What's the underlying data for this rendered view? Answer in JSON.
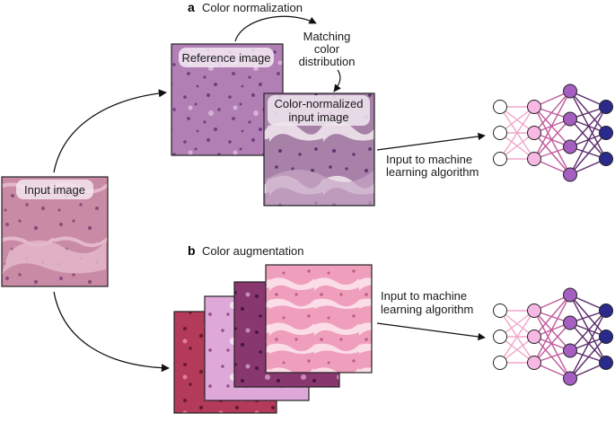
{
  "panel_a": {
    "letter": "a",
    "title": "Color normalization",
    "matching_text": [
      "Matching",
      "color",
      "distribution"
    ],
    "reference_label": "Reference image",
    "normalized_label": [
      "Color-normalized",
      "input image"
    ],
    "ml_label": [
      "Input to machine",
      "learning algorithm"
    ]
  },
  "panel_b": {
    "letter": "b",
    "title": "Color augmentation",
    "ml_label": [
      "Input to machine",
      "learning algorithm"
    ]
  },
  "input_label": "Input image",
  "tissue_colors": {
    "input": [
      "#c98aa6",
      "#e4b7c9",
      "#8b4a7a"
    ],
    "reference": [
      "#b17fb4",
      "#d6b2d6",
      "#6c3f82"
    ],
    "normalized": [
      "#a881a9",
      "#e8dbe6",
      "#5a3570"
    ],
    "aug1": [
      "#b33a5a",
      "#e27f96",
      "#6b1a2e"
    ],
    "aug2": [
      "#dea9d9",
      "#f4e2f1",
      "#9a4c92"
    ],
    "aug3": [
      "#88386f",
      "#c98ab8",
      "#4a1445"
    ],
    "aug4": [
      "#ef9fbc",
      "#fbdde8",
      "#c0607e"
    ]
  },
  "network_colors": {
    "layer1": "#ffffff",
    "layer2": "#f7b8e4",
    "layer3": "#a45fc0",
    "layer4": "#2a2a8c",
    "edges_12": "#f0a6c8",
    "edges_23": "#c05a9a",
    "edges_34": "#5a2a6a"
  }
}
